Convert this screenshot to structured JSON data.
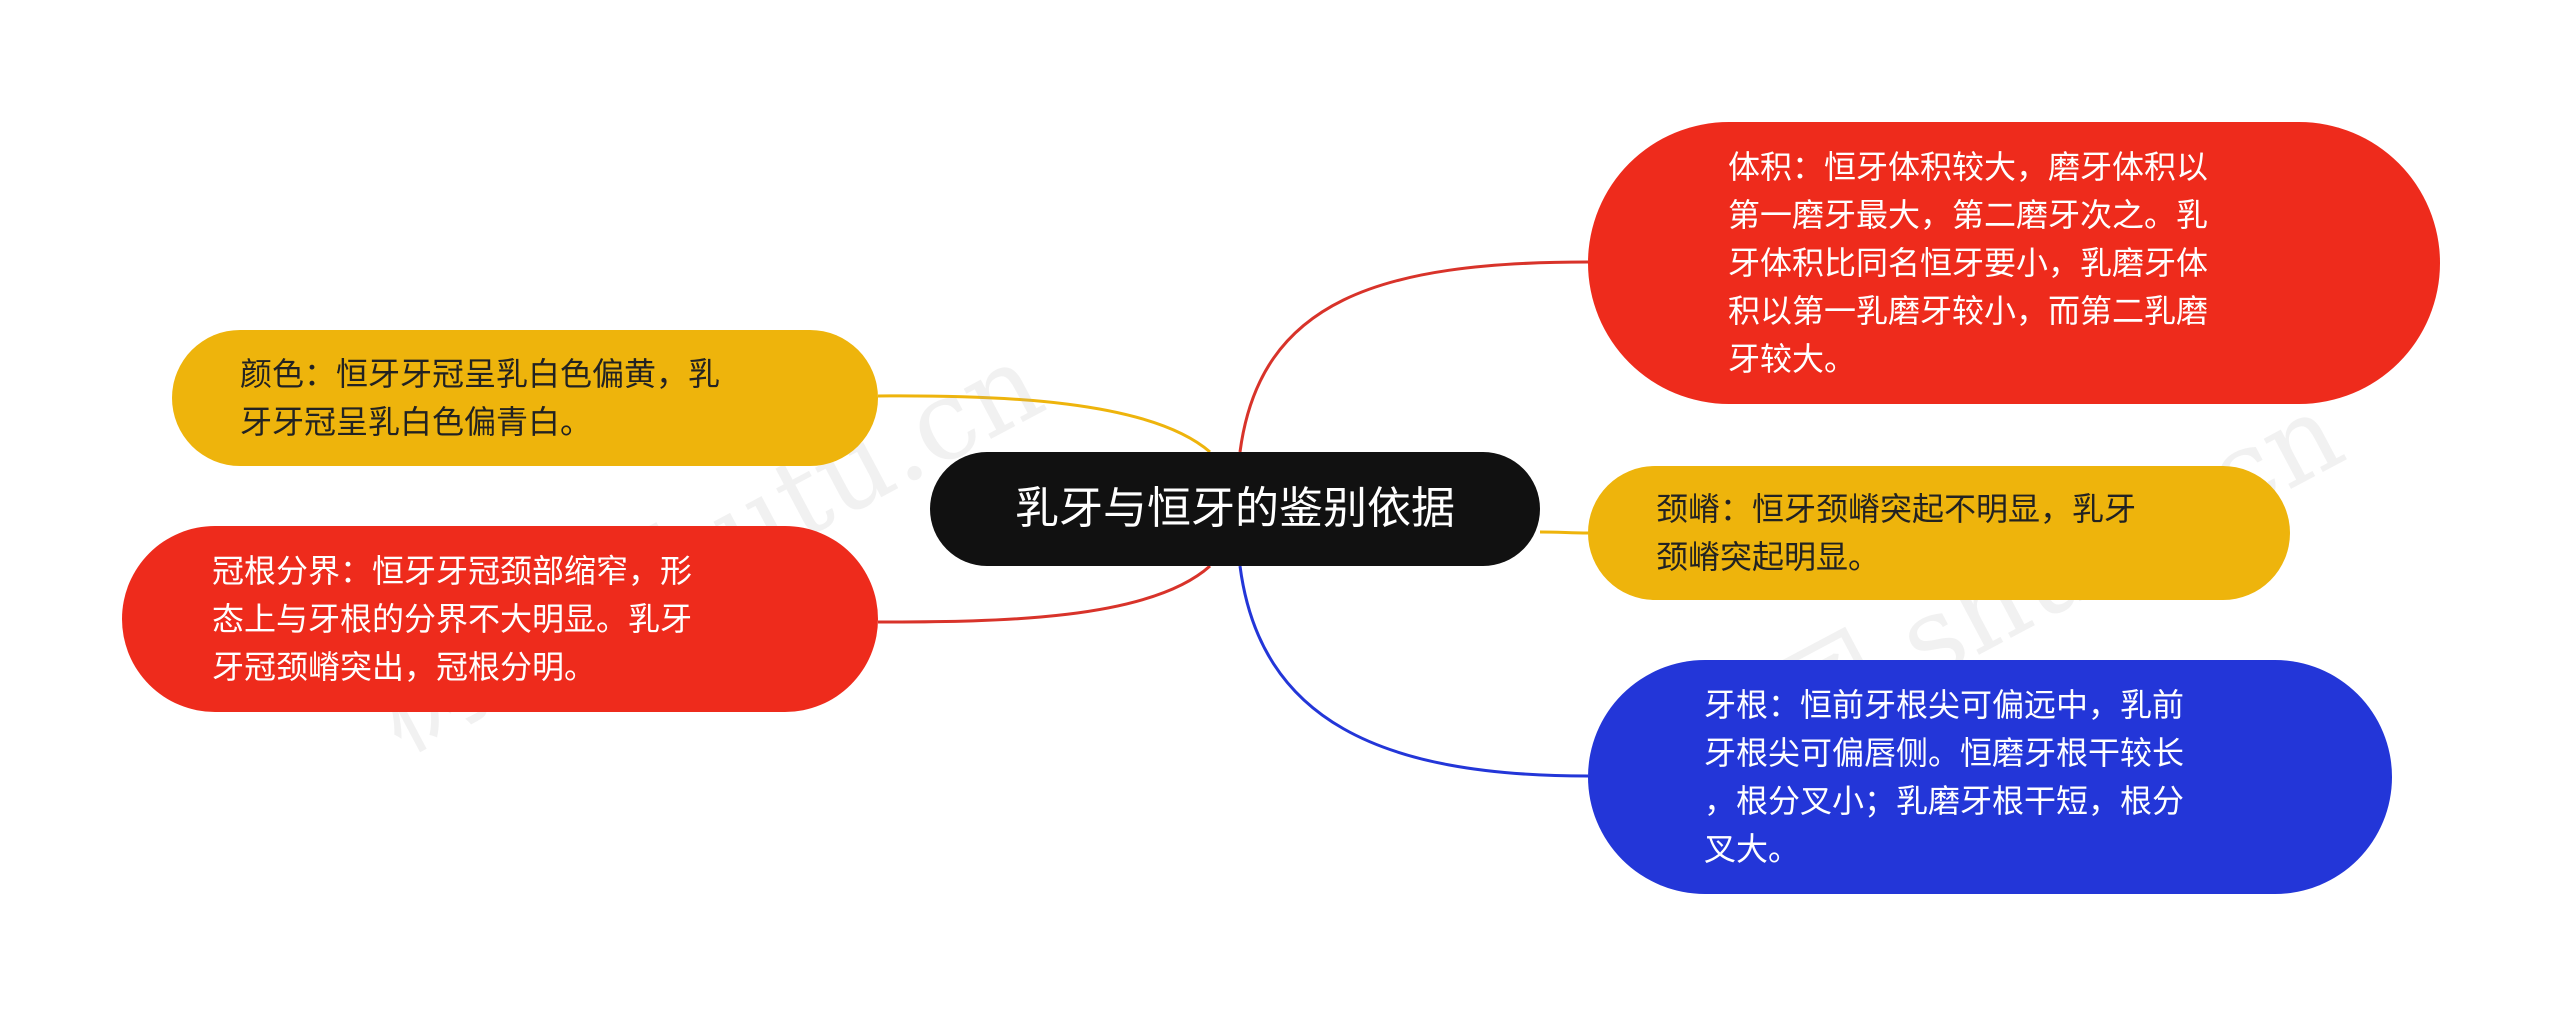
{
  "center": {
    "label": "乳牙与恒牙的鉴别依据",
    "color": "#111111"
  },
  "branches": [
    {
      "id": "color",
      "text": "颜色：恒牙牙冠呈乳白色偏黄，乳\n牙牙冠呈乳白色偏青白。",
      "fill": "#eeb40c",
      "line": "#eeb40c"
    },
    {
      "id": "boundary",
      "text": "冠根分界：恒牙牙冠颈部缩窄，形\n态上与牙根的分界不大明显。乳牙\n牙冠颈嵴突出，冠根分明。",
      "fill": "#ee2b1c",
      "line": "#d8332a"
    },
    {
      "id": "volume",
      "text": "体积：恒牙体积较大，磨牙体积以\n第一磨牙最大，第二磨牙次之。乳\n牙体积比同名恒牙要小，乳磨牙体\n积以第一乳磨牙较小，而第二乳磨\n牙较大。",
      "fill": "#ee2b1c",
      "line": "#d8332a"
    },
    {
      "id": "ridge",
      "text": "颈嵴：恒牙颈嵴突起不明显，乳牙\n颈嵴突起明显。",
      "fill": "#eeb40c",
      "line": "#eeb40c"
    },
    {
      "id": "root",
      "text": "牙根：恒前牙根尖可偏远中，乳前\n牙根尖可偏唇侧。恒磨牙根干较长\n，根分叉小；乳磨牙根干短，根分\n叉大。",
      "fill": "#2336d8",
      "line": "#2336d8"
    }
  ],
  "watermarks": [
    "树图 shutu.cn",
    "树图 shutu.cn"
  ]
}
